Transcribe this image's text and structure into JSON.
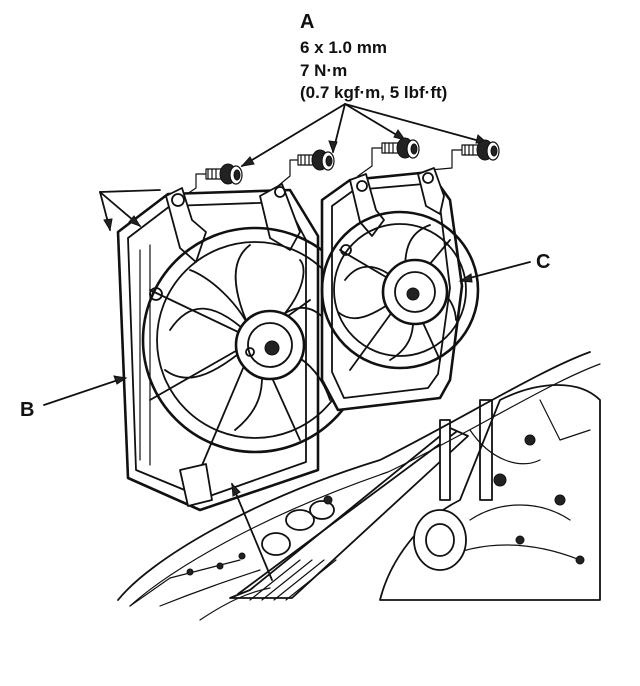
{
  "callout_a": {
    "label": "A",
    "spec_size": "6 x 1.0 mm",
    "spec_torque_nm": "7 N·m",
    "spec_torque_alt": "(0.7 kgf·m, 5 lbf·ft)"
  },
  "callout_b": {
    "label": "B"
  },
  "callout_c": {
    "label": "C"
  },
  "colors": {
    "line": "#111111",
    "background": "#ffffff"
  }
}
